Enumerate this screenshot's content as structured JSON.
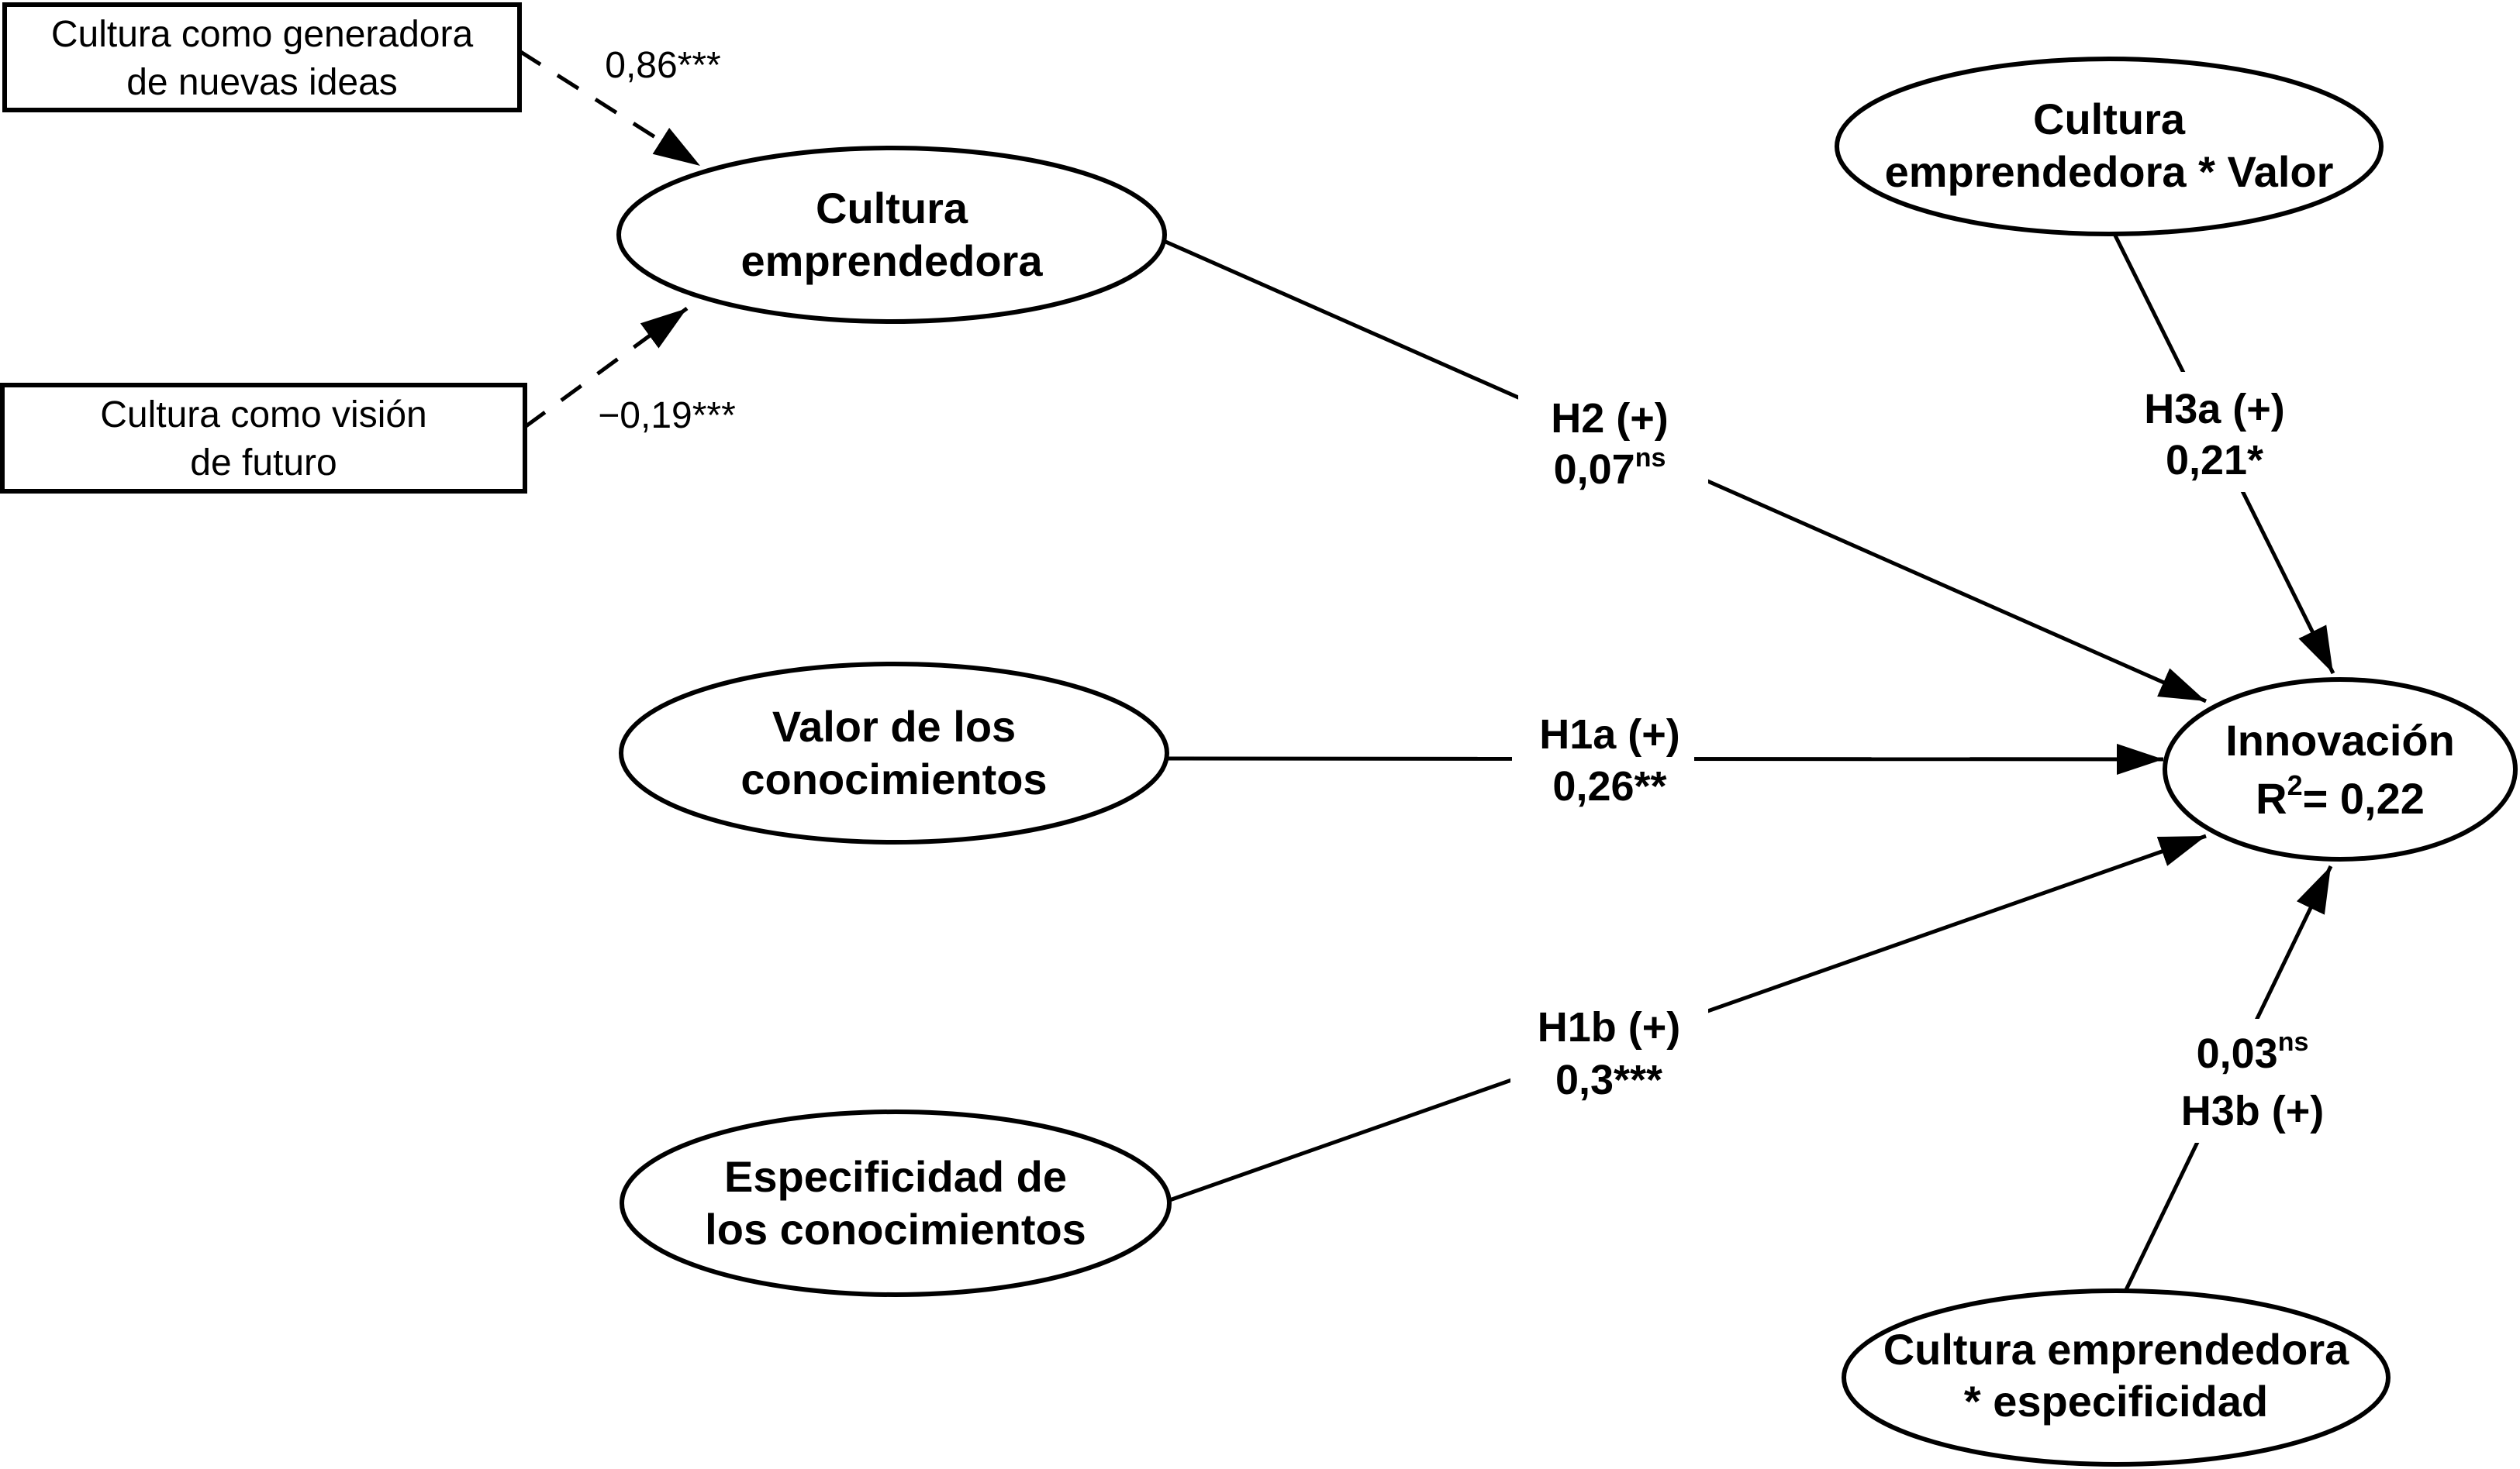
{
  "diagram": {
    "background_color": "#ffffff",
    "line_color": "#000000",
    "nodes": {
      "box_generadora": {
        "shape": "rectangle",
        "line1": "Cultura como generadora",
        "line2": "de nuevas ideas"
      },
      "box_vision": {
        "shape": "rectangle",
        "line1": "Cultura como visión",
        "line2": "de futuro"
      },
      "cultura_emprendedora": {
        "shape": "ellipse",
        "line1": "Cultura",
        "line2": "emprendedora"
      },
      "valor_conocimientos": {
        "shape": "ellipse",
        "line1": "Valor de los",
        "line2": "conocimientos"
      },
      "especificidad_conocimientos": {
        "shape": "ellipse",
        "line1": "Especificidad de",
        "line2": "los conocimientos"
      },
      "cultura_valor": {
        "shape": "ellipse",
        "line1": "Cultura",
        "line2": "emprendedora * Valor"
      },
      "cultura_especificidad": {
        "shape": "ellipse",
        "line1": "Cultura emprendedora",
        "line2": "* especificidad"
      },
      "innovacion": {
        "shape": "ellipse",
        "line1": "Innovación",
        "r_base": "R",
        "r_sup": "2",
        "r_rest": "= 0,22"
      }
    },
    "paths": {
      "generadora_to_cultura": {
        "style": "dashed-arrow",
        "weight": "0,86***"
      },
      "vision_to_cultura": {
        "style": "dashed-arrow",
        "weight": "−0,19***"
      },
      "h2": {
        "style": "solid-arrow",
        "hypothesis": "H2 (+)",
        "weight": "0,07",
        "weight_sup": "ns"
      },
      "h1a": {
        "style": "solid-arrow",
        "hypothesis": "H1a (+)",
        "weight": "0,26**"
      },
      "h1b": {
        "style": "solid-arrow",
        "hypothesis": "H1b (+)",
        "weight": "0,3***"
      },
      "h3a": {
        "style": "solid-arrow",
        "hypothesis": "H3a (+)",
        "weight": "0,21*"
      },
      "h3b": {
        "style": "solid-arrow",
        "weight": "0,03",
        "weight_sup": "ns",
        "hypothesis": "H3b (+)"
      }
    }
  }
}
